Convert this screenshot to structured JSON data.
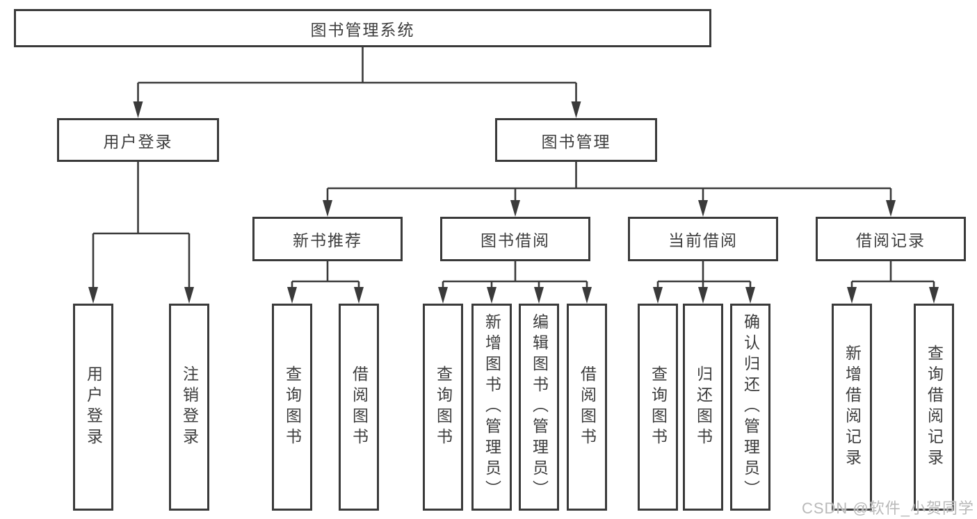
{
  "diagram": {
    "root": {
      "label": "图书管理系统"
    },
    "level2": [
      {
        "label": "用户登录"
      },
      {
        "label": "图书管理"
      }
    ],
    "level3": [
      {
        "label": "新书推荐"
      },
      {
        "label": "图书借阅"
      },
      {
        "label": "当前借阅"
      },
      {
        "label": "借阅记录"
      }
    ],
    "leaves": {
      "user_login": [
        "用户登录",
        "注销登录"
      ],
      "new_book": [
        "查询图书",
        "借阅图书"
      ],
      "book_borrow": [
        "查询图书",
        "新增图书（管理员）",
        "编辑图书（管理员）",
        "借阅图书"
      ],
      "current_borrow": [
        "查询图书",
        "归还图书",
        "确认归还（管理员）"
      ],
      "borrow_record": [
        "新增借阅记录",
        "查询借阅记录"
      ]
    }
  },
  "watermark": {
    "text": "CSDN @软件_小贺同学"
  },
  "colors": {
    "line": "#3a3a3a",
    "text": "#3d3d3d",
    "background": "#ffffff",
    "watermark": "#b9b9b9"
  }
}
